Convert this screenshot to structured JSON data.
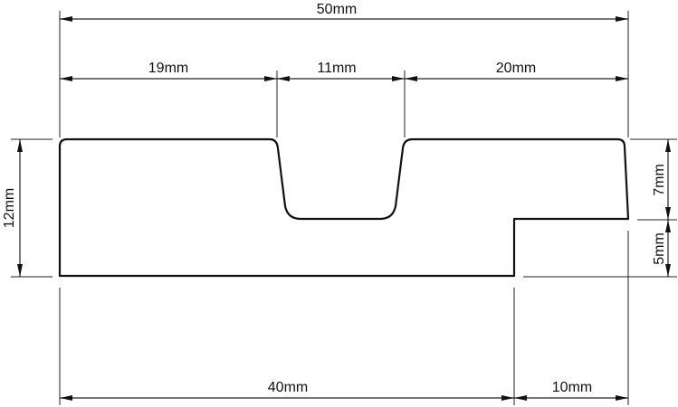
{
  "drawing": {
    "units": "mm",
    "colors": {
      "outline": "#111111",
      "dimension": "#222222",
      "background": "#ffffff"
    },
    "dimensions": {
      "overall_width": "50mm",
      "top_left_segment": "19mm",
      "groove_width": "11mm",
      "top_right_segment": "20mm",
      "overall_height": "12mm",
      "upper_right_height": "7mm",
      "lower_right_height": "5mm",
      "bottom_left_length": "40mm",
      "bottom_right_step": "10mm"
    }
  }
}
